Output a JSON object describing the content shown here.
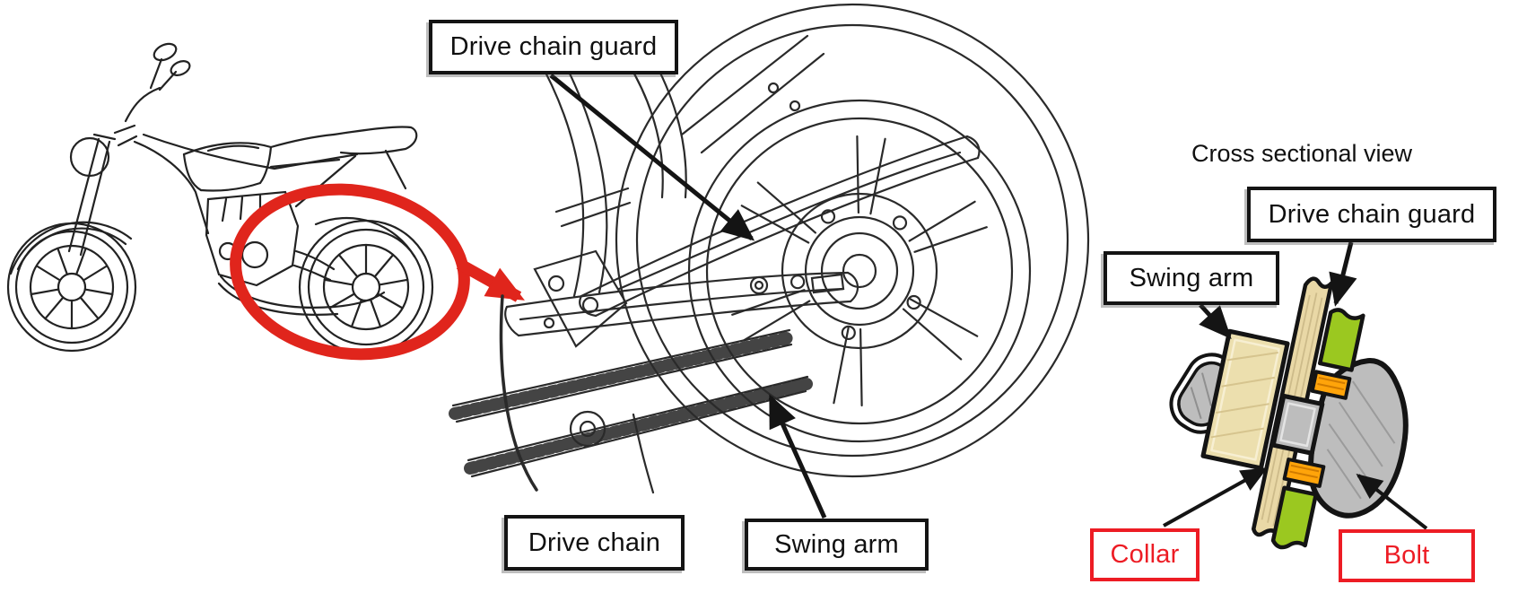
{
  "callouts": {
    "wheel_view": {
      "drive_chain_guard": "Drive chain guard",
      "drive_chain": "Drive chain",
      "swing_arm": "Swing arm"
    },
    "cross_section_view": {
      "title": "Cross sectional view",
      "drive_chain_guard": "Drive chain guard",
      "swing_arm": "Swing arm",
      "collar": "Collar",
      "bolt": "Bolt"
    }
  },
  "colors": {
    "highlight_red": "#e0251c",
    "label_red": "#ed1c24",
    "guard_green": "#9bc820",
    "collar_orange": "#ffa40a",
    "swing_arm_tan": "#ecdfae",
    "plate_tan": "#e9d8a6",
    "metal_gray": "#bdbdbd",
    "outline_black": "#141414"
  }
}
